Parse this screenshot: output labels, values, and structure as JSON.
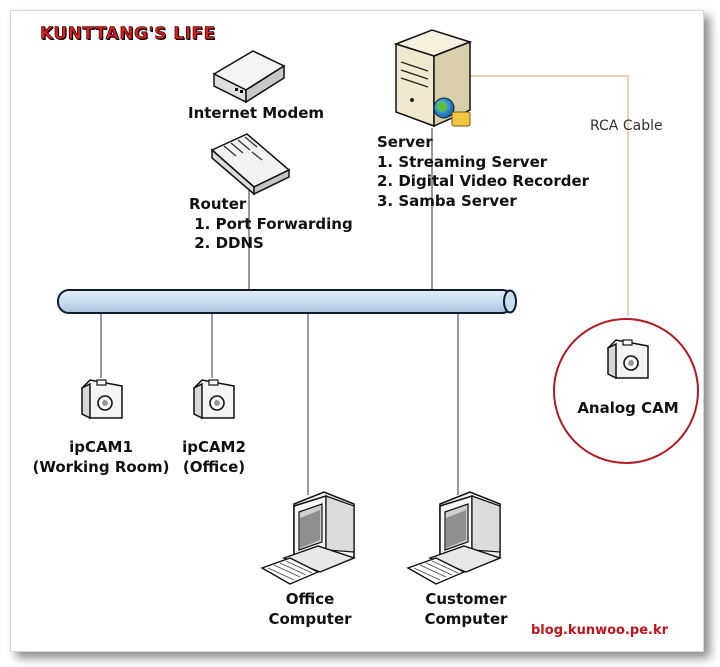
{
  "watermark": "KUNTTANG'S LIFE",
  "blog_url": "blog.kunwoo.pe.kr",
  "cable_label": "RCA Cable",
  "nodes": {
    "internet_modem": "Internet Modem",
    "router": "Router\n 1. Port Forwarding\n 2. DDNS",
    "server": "Server\n1. Streaming Server\n2. Digital Video Recorder\n3. Samba Server",
    "analog_cam": "Analog CAM",
    "ipcam1": "ipCAM1\n(Working Room)",
    "ipcam2": "ipCAM2\n(Office)",
    "office_computer": "Office\nComputer",
    "customer_computer": "Customer\nComputer"
  },
  "colors": {
    "bus_fill": "#c9ddef",
    "bus_stroke": "#0d1a33",
    "highlight_circle": "#b21a22",
    "rca_line": "#e5b283",
    "watermark": "#e11b1b"
  },
  "icons": [
    "modem-icon",
    "router-icon",
    "server-icon",
    "globe-icon",
    "camera-icon",
    "computer-icon"
  ]
}
